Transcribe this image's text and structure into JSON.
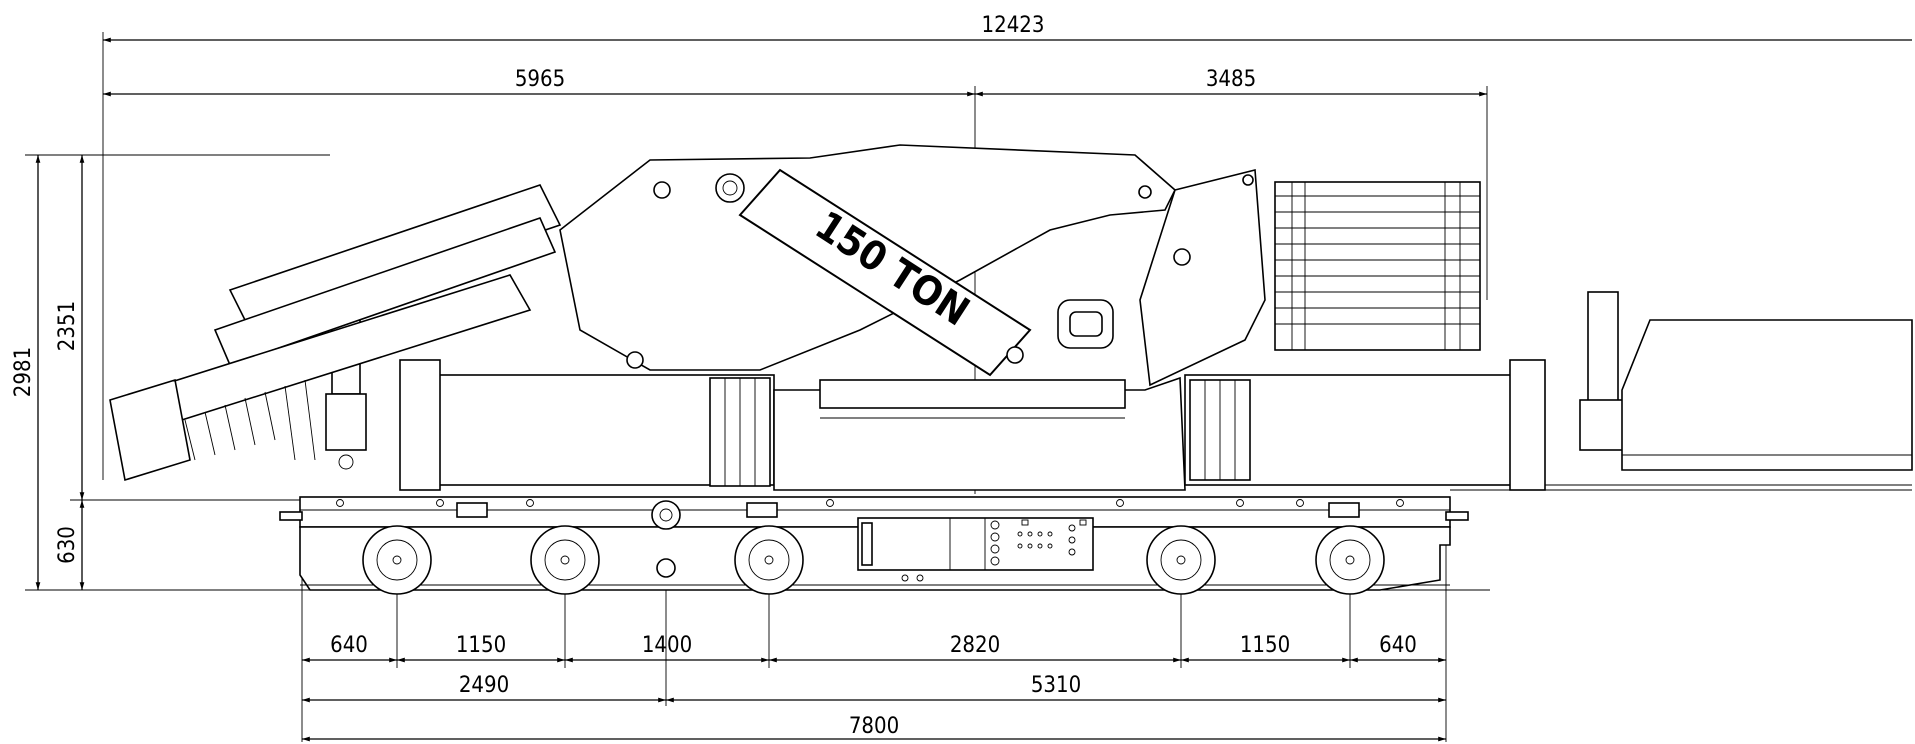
{
  "drawing": {
    "label": "150 TON",
    "dimensions": {
      "overall_length": "12423",
      "front_overhang": "5965",
      "rear_section": "3485",
      "total_height": "2981",
      "crane_height": "2351",
      "deck_height": "630",
      "axle_span_640_left": "640",
      "axle_span_1150_left": "1150",
      "axle_span_1400": "1400",
      "axle_span_2820": "2820",
      "axle_span_1150_right": "1150",
      "axle_span_640_right": "640",
      "group_2490": "2490",
      "group_5310": "5310",
      "chassis_length": "7800"
    }
  }
}
